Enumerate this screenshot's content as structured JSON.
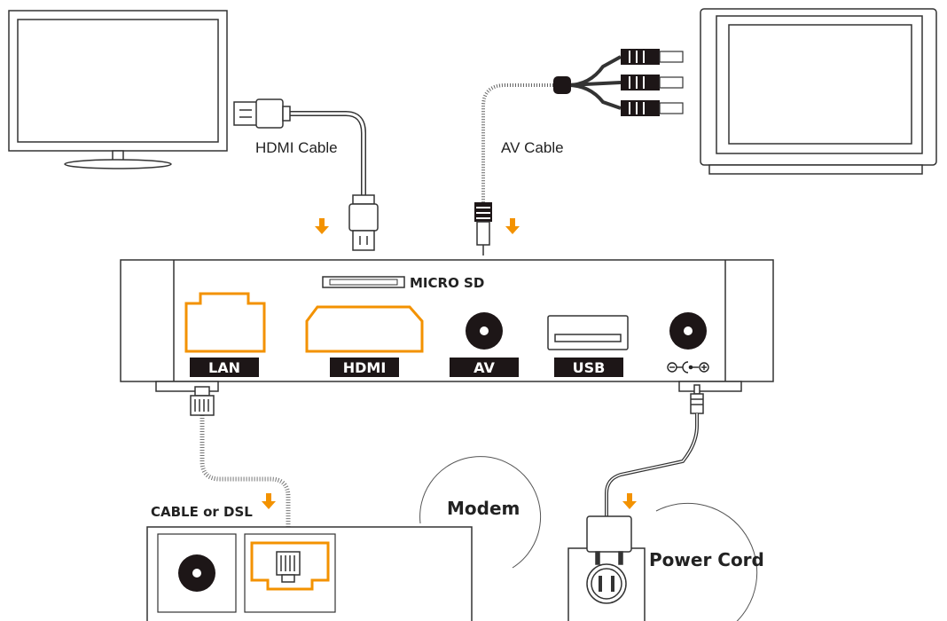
{
  "colors": {
    "accent": "#f39200",
    "label_bg": "#1d1617",
    "line": "#333333",
    "port_dark": "#1d1617"
  },
  "cables": {
    "hdmi_label": "HDMI Cable",
    "av_label": "AV Cable"
  },
  "box": {
    "micro_sd_label": "MICRO SD",
    "ports": {
      "lan": "LAN",
      "hdmi": "HDMI",
      "av": "AV",
      "usb": "USB"
    },
    "dc_symbol": "⊖-(•-⊕"
  },
  "modem": {
    "caption": "CABLE or DSL",
    "callout": "Modem"
  },
  "power": {
    "callout": "Power Cord"
  },
  "icons": {
    "tv": "widescreen-tv-icon",
    "crt": "crt-tv-icon",
    "arrow": "down-arrow-icon",
    "hdmi_plug": "hdmi-plug-icon",
    "av_plug": "rca-plug-icon",
    "ethernet_plug": "rj45-plug-icon",
    "adapter": "power-adapter-icon",
    "outlet": "wall-outlet-icon"
  }
}
